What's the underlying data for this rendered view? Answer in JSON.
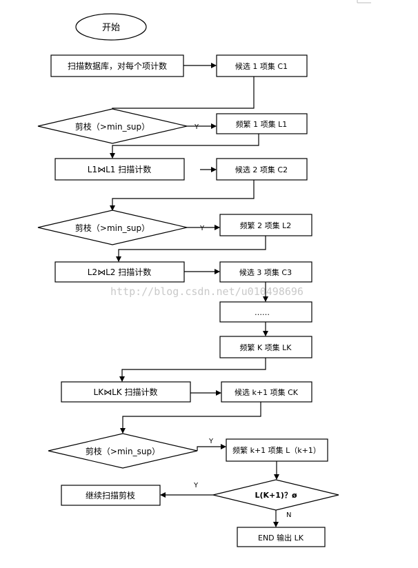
{
  "diagram": {
    "start": "开始",
    "scan_db": "扫描数据库，对每个项计数",
    "cand1": "候选 1 项集 C1",
    "prune1": "剪枝（>min_sup）",
    "yes1": "Y",
    "freq1": "频繁 1 项集 L1",
    "join1": "L1⋈L1 扫描计数",
    "cand2": "候选 2 项集 C2",
    "prune2": "剪枝（>min_sup）",
    "yes2": "Y",
    "freq2": "频繁 2 项集 L2",
    "join2": "L2⋈L2 扫描计数",
    "cand3": "候选 3 项集 C3",
    "ellipsis": "……",
    "freqk": "频繁 K 项集 LK",
    "joink": "LK⋈LK 扫描计数",
    "candk1": "候选 k+1 项集 CK",
    "prunek": "剪枝（>min_sup）",
    "yes3": "Y",
    "freqk1": "频繁 k+1 项集 L（k+1）",
    "yes4": "Y",
    "continue": "继续扫描剪枝",
    "decision": "L(K+1)？ø",
    "no": "N",
    "end": "END 输出 LK"
  },
  "watermark": "http://blog.csdn.net/u010498696"
}
